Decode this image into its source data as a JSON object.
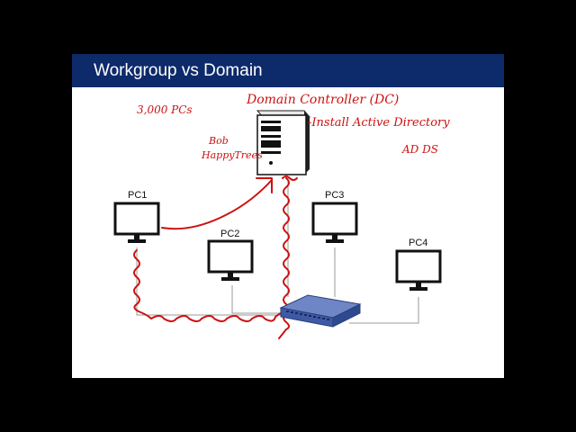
{
  "slide": {
    "title": "Workgroup vs Domain",
    "colors": {
      "title_bar": "#0d2a6b",
      "ink": "#cc1111"
    }
  },
  "diagram": {
    "nodes": [
      {
        "id": "pc1",
        "label": "PC1",
        "icon": "monitor-icon"
      },
      {
        "id": "pc2",
        "label": "PC2",
        "icon": "monitor-icon"
      },
      {
        "id": "pc3",
        "label": "PC3",
        "icon": "monitor-icon"
      },
      {
        "id": "pc4",
        "label": "PC4",
        "icon": "monitor-icon"
      },
      {
        "id": "dc",
        "icon": "server-tower-icon"
      },
      {
        "id": "switch",
        "icon": "network-switch-icon"
      }
    ],
    "links": [
      {
        "from": "pc1",
        "to": "switch"
      },
      {
        "from": "pc2",
        "to": "switch"
      },
      {
        "from": "pc3",
        "to": "switch"
      },
      {
        "from": "pc4",
        "to": "switch"
      },
      {
        "from": "dc",
        "to": "switch"
      }
    ]
  },
  "annotations": {
    "pc_count": "3,000 PCs",
    "dc_title": "Domain Controller (DC)",
    "install_note": "-Install Active Directory",
    "ad_ds": "AD DS",
    "user_first": "Bob",
    "user_last": "HappyTrees"
  }
}
